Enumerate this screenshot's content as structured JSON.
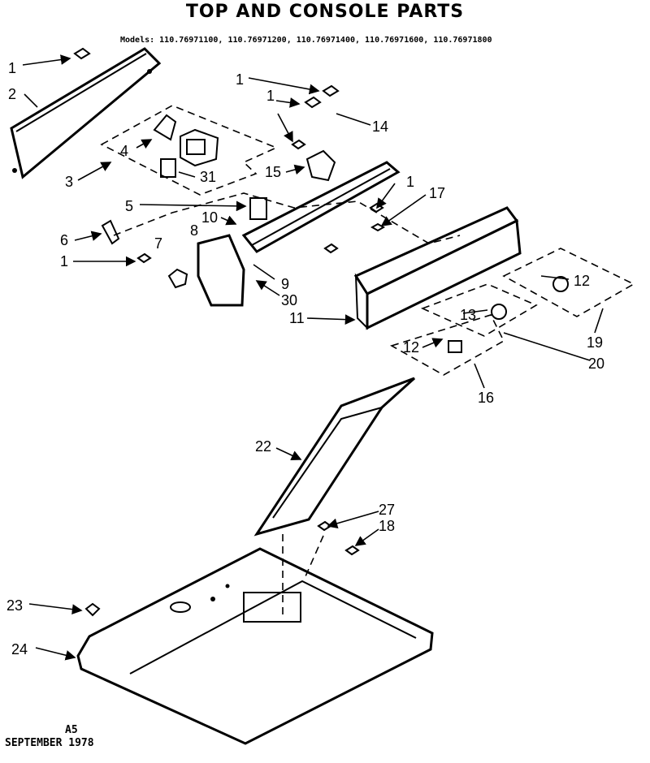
{
  "title": "TOP AND CONSOLE PARTS",
  "models": "Models: 110.76971100, 110.76971200, 110.76971400, 110.76971600, 110.76971800",
  "footer": {
    "code": "A5",
    "date": "SEPTEMBER 1978"
  },
  "callouts": [
    "1",
    "2",
    "1",
    "1",
    "14",
    "4",
    "3",
    "31",
    "15",
    "1",
    "17",
    "5",
    "10",
    "6",
    "7",
    "8",
    "1",
    "9",
    "30",
    "11",
    "12",
    "13",
    "12",
    "19",
    "20",
    "16",
    "22",
    "27",
    "18",
    "23",
    "24"
  ]
}
